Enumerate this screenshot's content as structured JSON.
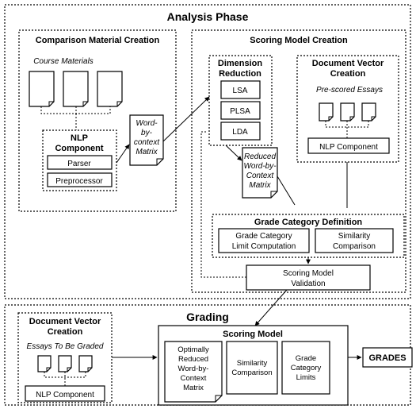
{
  "analysis": {
    "title": "Analysis Phase",
    "comparison": {
      "title": "Comparison Material Creation",
      "course_materials": "Course Materials",
      "nlp_title": [
        "NLP",
        "Component"
      ],
      "parser": "Parser",
      "preprocessor": "Preprocessor"
    },
    "matrix_label": [
      "Word-",
      "by-",
      "context",
      "Matrix"
    ],
    "scoring": {
      "title": "Scoring Model Creation",
      "dimension_title": [
        "Dimension",
        "Reduction"
      ],
      "methods": [
        "LSA",
        "PLSA",
        "LDA"
      ],
      "dvc_title": [
        "Document Vector",
        "Creation"
      ],
      "prescored": "Pre-scored Essays",
      "nlp_component": "NLP Component",
      "reduced_matrix": [
        "Reduced",
        "Word-by-",
        "Context",
        "Matrix"
      ],
      "grade_cat_title": "Grade Category Definition",
      "limit_computation": [
        "Grade Category",
        "Limit Computation"
      ],
      "similarity": [
        "Similarity",
        "Comparison"
      ],
      "validation": [
        "Scoring Model",
        "Validation"
      ]
    }
  },
  "grading": {
    "title": "Grading",
    "dvc_title": [
      "Document Vector",
      "Creation"
    ],
    "essays": "Essays To Be Graded",
    "nlp_component": "NLP Component",
    "model_title": "Scoring Model",
    "reduced_matrix": [
      "Optimally",
      "Reduced",
      "Word-by-",
      "Context",
      "Matrix"
    ],
    "similarity": [
      "Similarity",
      "Comparison"
    ],
    "limits": [
      "Grade",
      "Category",
      "Limits"
    ],
    "grades": "GRADES"
  }
}
